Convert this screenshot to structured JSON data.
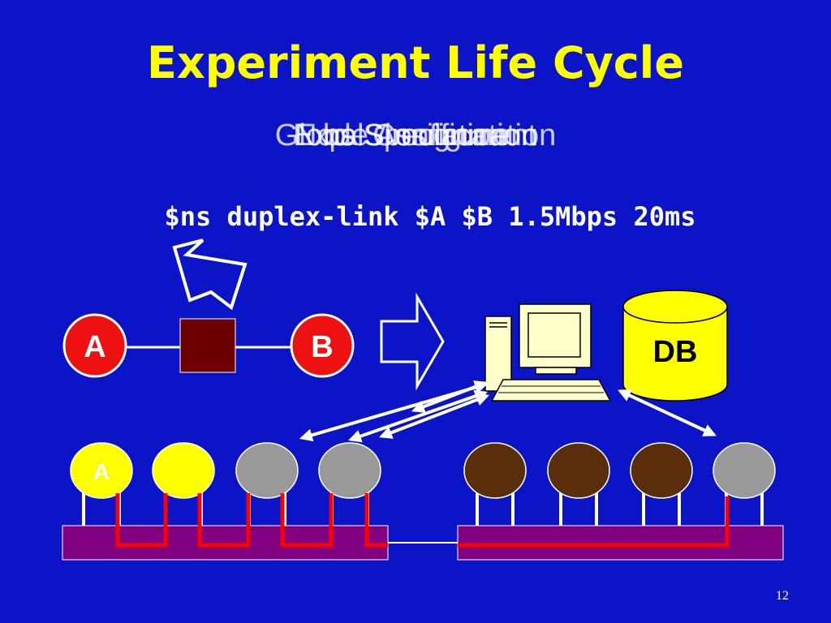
{
  "slide": {
    "title": "Experiment Life Cycle",
    "subtitle_layers": [
      "Global Configuration",
      "Node Assignment",
      "Exp. Specification",
      "ns Simulation"
    ],
    "command": "$ns duplex-link $A $B 1.5Mbps 20ms",
    "page_number": "12"
  },
  "topology": {
    "node_a": "A",
    "node_b": "B"
  },
  "database": {
    "label": "DB"
  },
  "testbed": {
    "first_node_label": "A",
    "nodes": [
      "yellow",
      "yellow",
      "gray",
      "gray",
      "brown",
      "brown",
      "brown",
      "gray"
    ]
  },
  "colors": {
    "background": "#0c14c8",
    "title": "#ffff00",
    "node_red": "#ee1111",
    "link_box": "#6e0000",
    "db": "#ffff00",
    "node_yellow": "#ffff00",
    "node_gray": "#999999",
    "node_brown": "#5a2d0c",
    "switch": "#800080",
    "wire": "#ff0000"
  }
}
